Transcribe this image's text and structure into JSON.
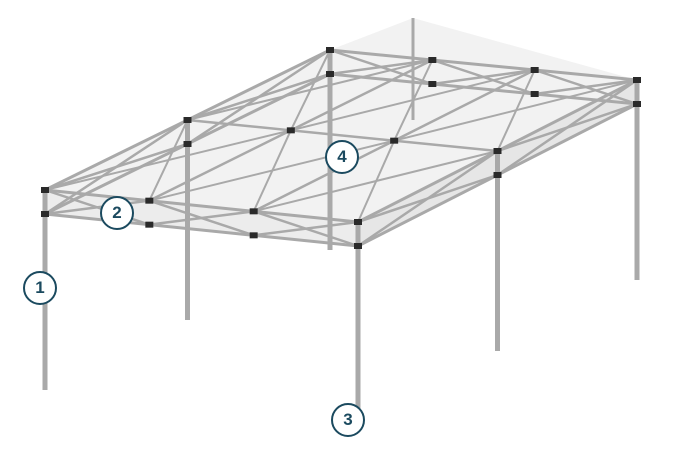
{
  "image": {
    "subject": "tent-frame"
  },
  "callouts": [
    {
      "label": "1"
    },
    {
      "label": "2"
    },
    {
      "label": "3"
    },
    {
      "label": "4"
    }
  ],
  "colors": {
    "callout": "#1b4a5f",
    "frame": "#a9a9a9",
    "canopy": "#f1f1f1",
    "joint": "#2a2a2a"
  }
}
